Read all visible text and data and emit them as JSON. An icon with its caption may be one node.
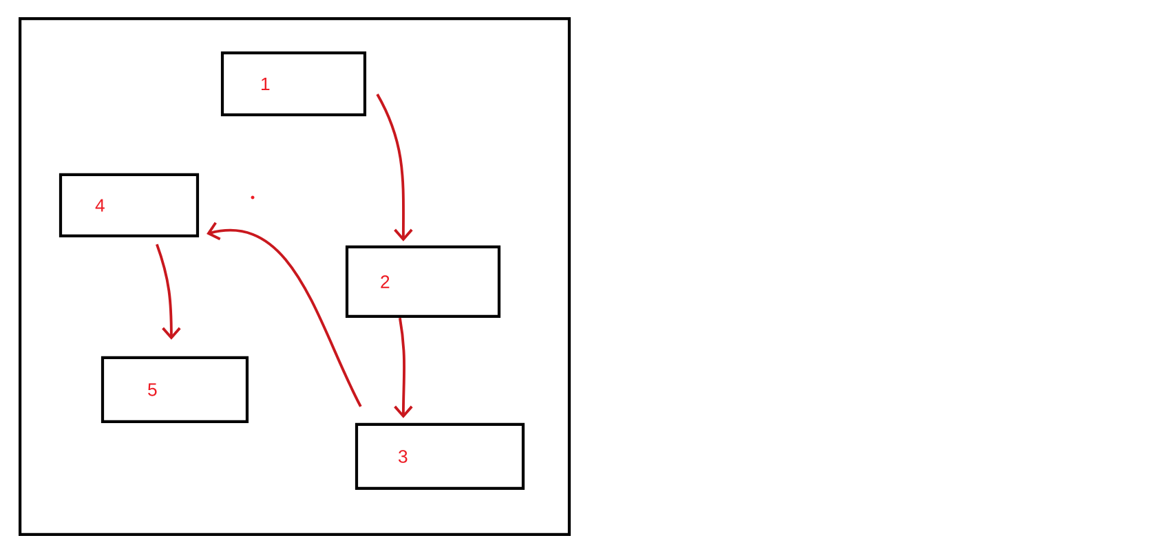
{
  "diagram": {
    "nodes": [
      {
        "text": [],
        "shape": "box"
      },
      {
        "text": [
          "1"
        ],
        "in": 0
      },
      {
        "text": [
          "4"
        ],
        "in": 0
      },
      {
        "text": [
          "2"
        ],
        "in": 0
      },
      {
        "text": [
          "5"
        ],
        "in": 0
      },
      {
        "text": [
          "3"
        ],
        "in": 0
      }
    ],
    "edges": [
      {
        "from": 1,
        "to": 3,
        "arrow": "to",
        "color": "#ed1c24"
      },
      {
        "from": 3,
        "to": 5,
        "arrow": "to",
        "color": "#ed1c24"
      },
      {
        "from": 5,
        "to": 2,
        "arrow": "to",
        "color": "#ed1c24"
      },
      {
        "from": 2,
        "to": 4,
        "arrow": "to",
        "color": "#ed1c24"
      }
    ]
  }
}
